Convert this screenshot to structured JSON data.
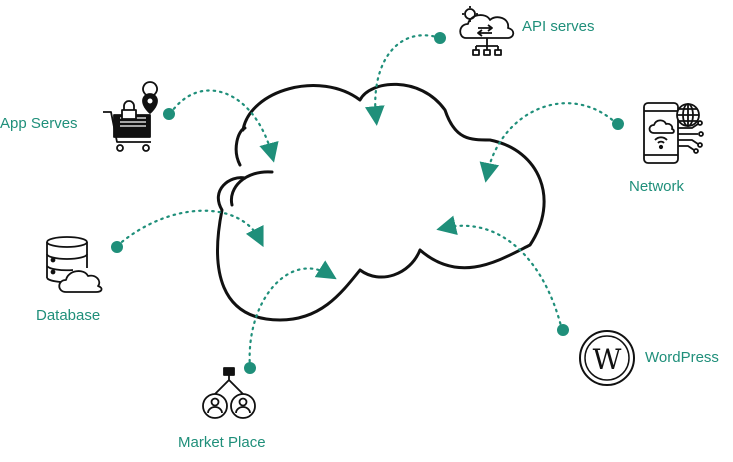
{
  "diagram": {
    "accent_color": "#1f8f7a",
    "icon_color": "#111111",
    "nodes": [
      {
        "id": "api",
        "label": "API serves",
        "icon": "cloud-gear-network-icon"
      },
      {
        "id": "app",
        "label": "App Serves",
        "icon": "shopping-cart-location-icon"
      },
      {
        "id": "network",
        "label": "Network",
        "icon": "mobile-cloud-globe-icon"
      },
      {
        "id": "database",
        "label": "Database",
        "icon": "database-cloud-icon"
      },
      {
        "id": "wordpress",
        "label": "WordPress",
        "icon": "wordpress-icon"
      },
      {
        "id": "market",
        "label": "Market Place",
        "icon": "users-hierarchy-icon"
      }
    ]
  }
}
